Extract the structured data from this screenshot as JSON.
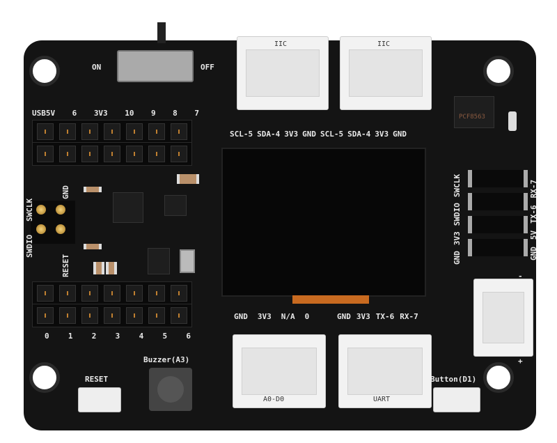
{
  "switch": {
    "on": "ON",
    "off": "OFF"
  },
  "grove_top": [
    {
      "title": "IIC",
      "pins": [
        "SCL-5",
        "SDA-4",
        "3V3",
        "GND"
      ]
    },
    {
      "title": "IIC",
      "pins": [
        "SCL-5",
        "SDA-4",
        "3V3",
        "GND"
      ]
    }
  ],
  "header_top_labels": [
    "USB5V",
    "6",
    "3V3",
    "10",
    "9",
    "8",
    "7"
  ],
  "header_bottom_labels": [
    "0",
    "1",
    "2",
    "3",
    "4",
    "5",
    "6"
  ],
  "swd": {
    "left": [
      "SWDIO",
      "SWCLK"
    ],
    "right": "GND",
    "reset": "RESET"
  },
  "right_header": {
    "left_labels": [
      "GND",
      "3V3",
      "SWDIO",
      "SWCLK"
    ],
    "right_labels": [
      "GND",
      "5V",
      "TX-6",
      "RX-7"
    ]
  },
  "grove_bottom": [
    {
      "title": "A0-D0",
      "pins": [
        "GND",
        "3V3",
        "N/A",
        "0"
      ]
    },
    {
      "title": "UART",
      "pins": [
        "GND",
        "3V3",
        "TX-6",
        "RX-7"
      ]
    }
  ],
  "buzzer_label": "Buzzer(A3)",
  "reset_label": "RESET",
  "button_label": "Button(D1)",
  "rtc_chip": "PCF8563",
  "battery": {
    "minus": "-",
    "plus": "+"
  }
}
